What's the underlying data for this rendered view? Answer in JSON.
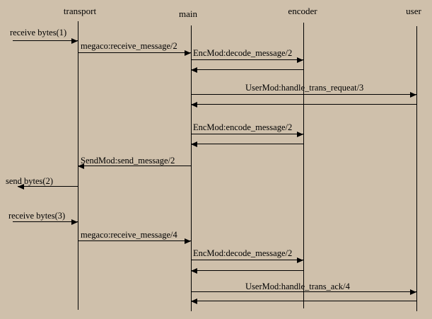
{
  "diagram": {
    "type": "sequence-chart",
    "background_color": "#cfc0ab",
    "line_color": "#000000",
    "text_color": "#000000",
    "actors": [
      {
        "label": "transport"
      },
      {
        "label": "main"
      },
      {
        "label": "encoder"
      },
      {
        "label": "user"
      }
    ],
    "messages": [
      {
        "label": "receive bytes(1)",
        "from": "environment",
        "to": "transport"
      },
      {
        "label": "megaco:receive_message/2",
        "from": "transport",
        "to": "main"
      },
      {
        "label": "EncMod:decode_message/2",
        "from": "main",
        "to": "encoder"
      },
      {
        "label": "",
        "from": "encoder",
        "to": "main",
        "kind": "return"
      },
      {
        "label": "UserMod:handle_trans_requeat/3",
        "from": "main",
        "to": "user"
      },
      {
        "label": "",
        "from": "user",
        "to": "main",
        "kind": "return"
      },
      {
        "label": "EncMod:encode_message/2",
        "from": "main",
        "to": "encoder"
      },
      {
        "label": "",
        "from": "encoder",
        "to": "main",
        "kind": "return"
      },
      {
        "label": "SendMod:send_message/2",
        "from": "main",
        "to": "transport"
      },
      {
        "label": "send bytes(2)",
        "from": "transport",
        "to": "environment"
      },
      {
        "label": "receive bytes(3)",
        "from": "environment",
        "to": "transport"
      },
      {
        "label": "megaco:receive_message/4",
        "from": "transport",
        "to": "main"
      },
      {
        "label": "EncMod:decode_message/2",
        "from": "main",
        "to": "encoder"
      },
      {
        "label": "",
        "from": "encoder",
        "to": "main",
        "kind": "return"
      },
      {
        "label": "UserMod:handle_trans_ack/4",
        "from": "main",
        "to": "user"
      },
      {
        "label": "",
        "from": "user",
        "to": "main",
        "kind": "return"
      }
    ]
  }
}
